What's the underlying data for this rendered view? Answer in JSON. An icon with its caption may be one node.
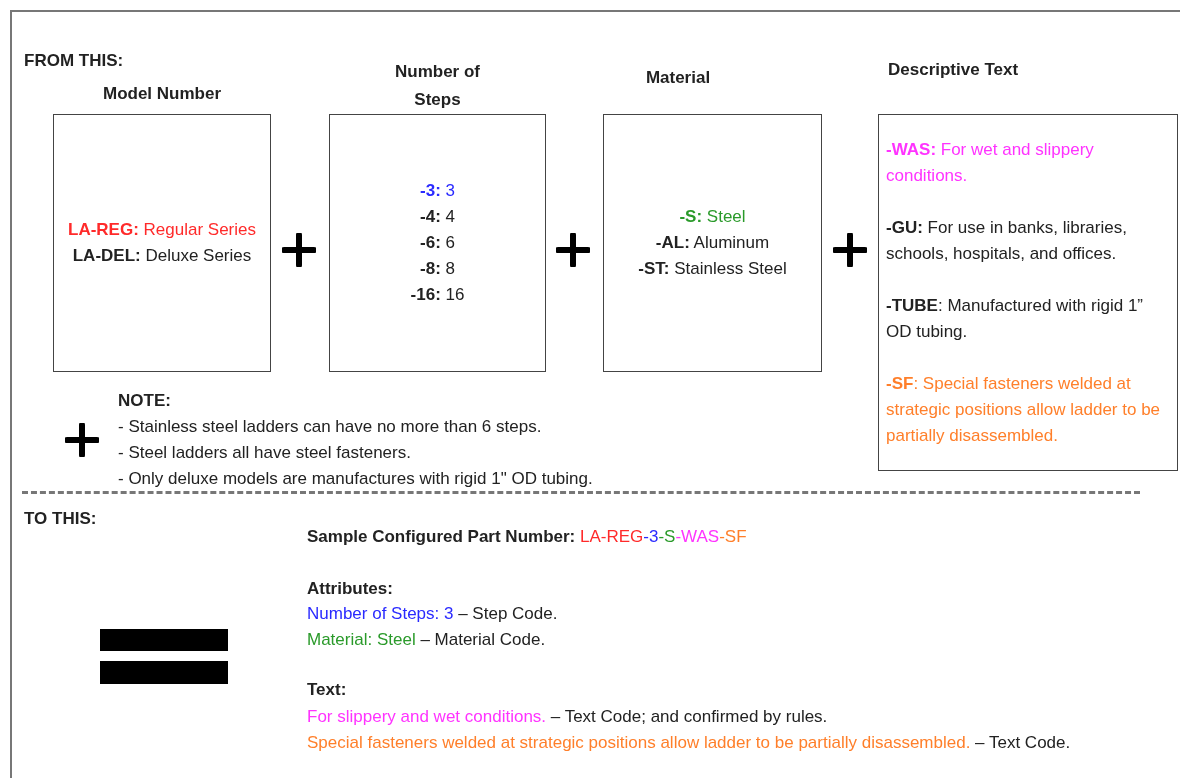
{
  "diagram": {
    "nodes": [
      {
        "text": [
          "Model Number",
          "**LA-REG:** Regular Series",
          "**LA-DEL:** Deluxe Series"
        ]
      },
      {
        "text": [
          "Number of Steps",
          "**-3:** 3",
          "**-4:** 4",
          "**-6:** 6",
          "**-8:** 8",
          "**-16:** 16"
        ]
      },
      {
        "text": [
          "Material",
          "**-S:** Steel",
          "**-AL:** Aluminum",
          "**-ST:** Stainless Steel"
        ]
      },
      {
        "text": [
          "Descriptive Text",
          "**-WAS:** For wet and slippery conditions.",
          "**-GU:** For use in banks, libraries, schools, hospitals, and offices.",
          "**-TUBE**: Manufactured with rigid 1” OD tubing.",
          "**-SF**: Special fasteners welded at strategic positions allow ladder to be partially disassembled."
        ]
      }
    ],
    "labels": [
      "FROM THIS:",
      "NOTE:",
      "- Stainless steel ladders can have no more than 6 steps.",
      "- Steel ladders all have steel fasteners.",
      "- Only deluxe models are manufactures with rigid 1\" OD tubing.",
      "TO THIS:",
      "**Sample Configured Part Number:** LA-REG-3-S-WAS-SF",
      "Attributes:",
      "Number of Steps: 3 – Step Code.",
      "Material: Steel – Material Code.",
      "Text:",
      "For slippery and wet conditions. – Text Code; and confirmed by rules.",
      "Special fasteners welded at strategic positions allow ladder to be partially disassembled. – Text Code."
    ]
  }
}
